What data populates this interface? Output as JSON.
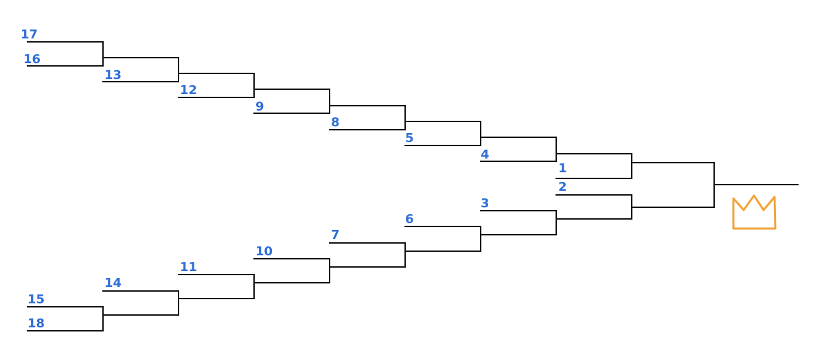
{
  "colors": {
    "lines": "#111111",
    "seeds": "#2f6fd6",
    "crown": "#f2a33a"
  },
  "icon": "crown-icon",
  "seeds": {
    "s17": "17",
    "s16": "16",
    "s13": "13",
    "s12": "12",
    "s9": "9",
    "s8": "8",
    "s5": "5",
    "s4": "4",
    "s1": "1",
    "s2": "2",
    "s3": "3",
    "s6": "6",
    "s7": "7",
    "s10": "10",
    "s11": "11",
    "s14": "14",
    "s15": "15",
    "s18": "18"
  }
}
